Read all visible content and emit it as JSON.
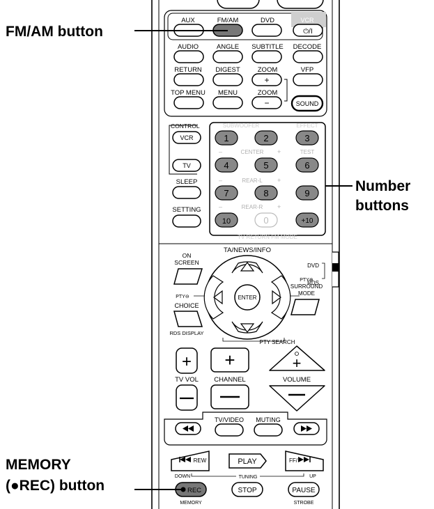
{
  "callouts": {
    "fm_am": "FM/AM button",
    "number_line1": "Number",
    "number_line2": "buttons",
    "memory_line1": "MEMORY",
    "memory_line2": "(●REC) button"
  },
  "remote": {
    "rows": {
      "row1": [
        "AUX",
        "FM/AM",
        "DVD",
        "VCR"
      ],
      "row2": [
        "AUDIO",
        "ANGLE",
        "SUBTITLE",
        "DECODE"
      ],
      "row3": [
        "RETURN",
        "DIGEST",
        "ZOOM",
        "VFP"
      ],
      "row4": [
        "TOP MENU",
        "MENU",
        "ZOOM",
        "SOUND"
      ]
    },
    "zoom_plus": "+",
    "zoom_minus": "−",
    "power_symbol": "⏻/I",
    "control": "CONTROL",
    "vcr": "VCR",
    "tv": "TV",
    "sleep": "SLEEP",
    "setting": "SETTING",
    "numbers": [
      "1",
      "2",
      "3",
      "4",
      "5",
      "6",
      "7",
      "8",
      "9",
      "10",
      "0",
      "+10"
    ],
    "number_row_labels": {
      "center": "CENTER",
      "test": "TEST",
      "rear_l": "REAR-L",
      "rear_r": "REAR-R",
      "minus": "–",
      "plus": "+"
    },
    "ta_news_info": "TA/NEWS/INFO",
    "on_screen_1": "ON",
    "on_screen_2": "SCREEN",
    "enter": "ENTER",
    "pty_minus": "PTY⊖",
    "pty_plus": "PTY⊕",
    "surround_1": "SURROUND",
    "surround_2": "MODE",
    "choice": "CHOICE",
    "rds_display": "RDS DISPLAY",
    "pty_search": "PTY SEARCH",
    "dvd_switch": "DVD",
    "rds_switch": "RDS",
    "tv_vol": "TV VOL",
    "channel": "CHANNEL",
    "volume": "VOLUME",
    "tv_video": "TV/VIDEO",
    "muting": "MUTING",
    "rew": "REW",
    "play": "PLAY",
    "ff": "FF/",
    "down": "DOWN",
    "tuning": "TUNING",
    "up": "UP",
    "rec": "REC",
    "memory": "MEMORY",
    "stop": "STOP",
    "pause": "PAUSE",
    "strobe": "STROBE"
  }
}
